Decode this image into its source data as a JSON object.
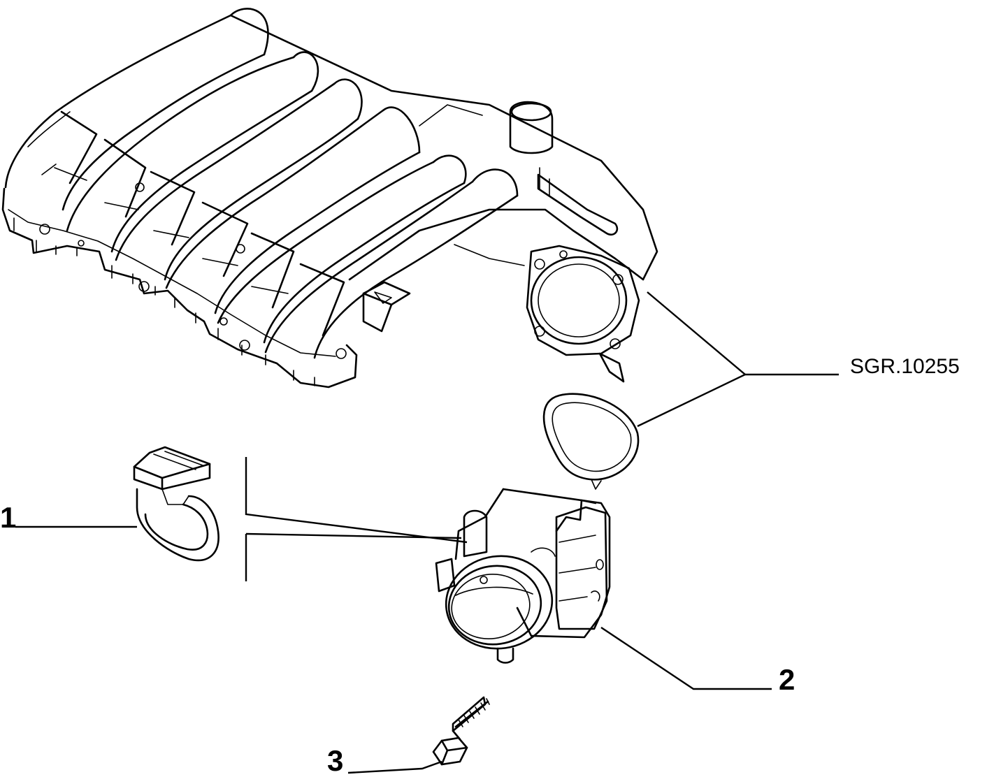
{
  "callouts": {
    "item_1": "1",
    "item_2": "2",
    "item_3": "3",
    "subgroup_ref": "SGR.10255"
  },
  "colors": {
    "ink": "#000000",
    "paper": "#ffffff"
  }
}
